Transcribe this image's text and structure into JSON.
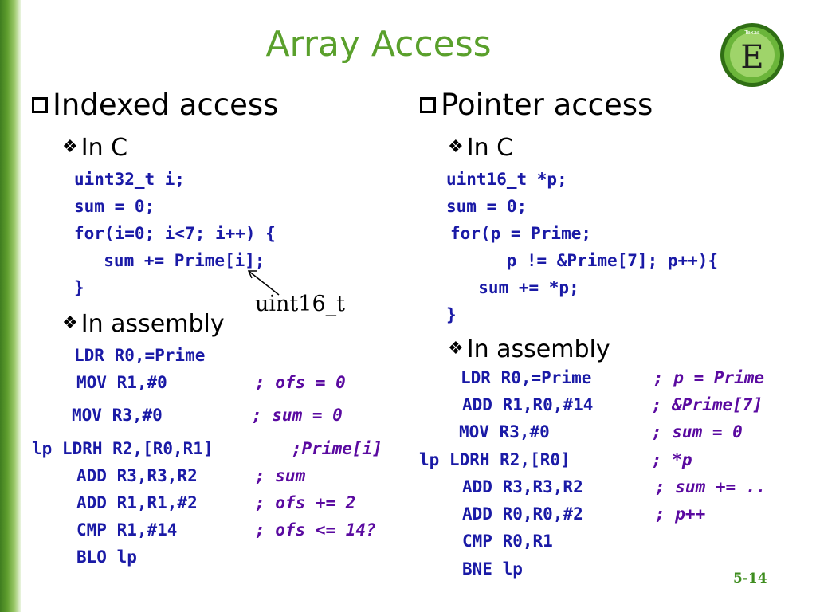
{
  "slide": {
    "title": "Array Access",
    "page_number": "5-14",
    "logo_letter": "E",
    "logo_text": "Texas"
  },
  "left": {
    "heading": "Indexed access",
    "c_heading": "In C",
    "c_code": [
      "uint32_t i;",
      "sum = 0;",
      "for(i=0; i<7; i++) {",
      "  sum += Prime[i];",
      "}"
    ],
    "annotation": "uint16_t",
    "asm_heading": "In assembly",
    "asm": [
      {
        "code": "LDR R0,=Prime",
        "comment": ""
      },
      {
        "code": "MOV R1,#0",
        "comment": "; ofs = 0"
      },
      {
        "code": "MOV R3,#0",
        "comment": "; sum = 0"
      },
      {
        "code": "lp LDRH R2,[R0,R1]",
        "comment": ";Prime[i]"
      },
      {
        "code": "ADD R3,R3,R2",
        "comment": "; sum"
      },
      {
        "code": "ADD R1,R1,#2",
        "comment": "; ofs += 2"
      },
      {
        "code": "CMP R1,#14",
        "comment": "; ofs <= 14?"
      },
      {
        "code": "BLO lp",
        "comment": ""
      }
    ]
  },
  "right": {
    "heading": "Pointer access",
    "c_heading": "In C",
    "c_code": [
      "uint16_t *p;",
      "sum = 0;",
      "for(p = Prime;",
      "    p != &Prime[7]; p++){",
      "  sum += *p;",
      "}"
    ],
    "asm_heading": "In assembly",
    "asm": [
      {
        "code": "LDR R0,=Prime",
        "comment": "; p = Prime"
      },
      {
        "code": "ADD R1,R0,#14",
        "comment": "; &Prime[7]"
      },
      {
        "code": "MOV R3,#0",
        "comment": "; sum = 0"
      },
      {
        "code": "lp LDRH R2,[R0]",
        "comment": "; *p"
      },
      {
        "code": "ADD R3,R3,R2",
        "comment": "; sum += .."
      },
      {
        "code": "ADD R0,R0,#2",
        "comment": "; p++"
      },
      {
        "code": "CMP R0,R1",
        "comment": ""
      },
      {
        "code": "BNE lp",
        "comment": ""
      }
    ]
  }
}
